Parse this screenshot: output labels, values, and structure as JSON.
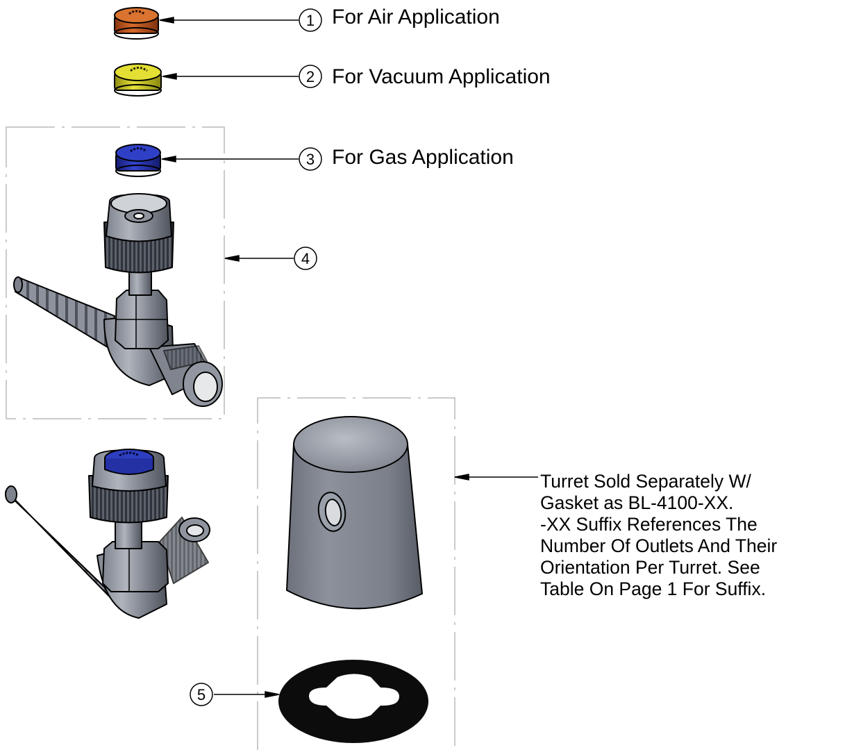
{
  "callouts": [
    {
      "number": "1",
      "label": "For Air Application",
      "color": "#c4571c"
    },
    {
      "number": "2",
      "label": "For Vacuum Application",
      "color": "#d4cf1e"
    },
    {
      "number": "3",
      "label": "For Gas Application",
      "color": "#2633b3"
    },
    {
      "number": "4",
      "label": ""
    },
    {
      "number": "5",
      "label": ""
    }
  ],
  "turret_note": {
    "lines": [
      "Turret Sold Separately W/",
      "Gasket as BL-4100-XX.",
      "-XX Suffix References The",
      "Number Of Outlets And Their",
      "Orientation Per Turret. See",
      "Table On Page 1 For Suffix."
    ]
  },
  "colors": {
    "metal": "#8a8f99",
    "metal_dark": "#4c515b",
    "gasket": "#0c0c0c",
    "frame": "#b9b9b9"
  }
}
